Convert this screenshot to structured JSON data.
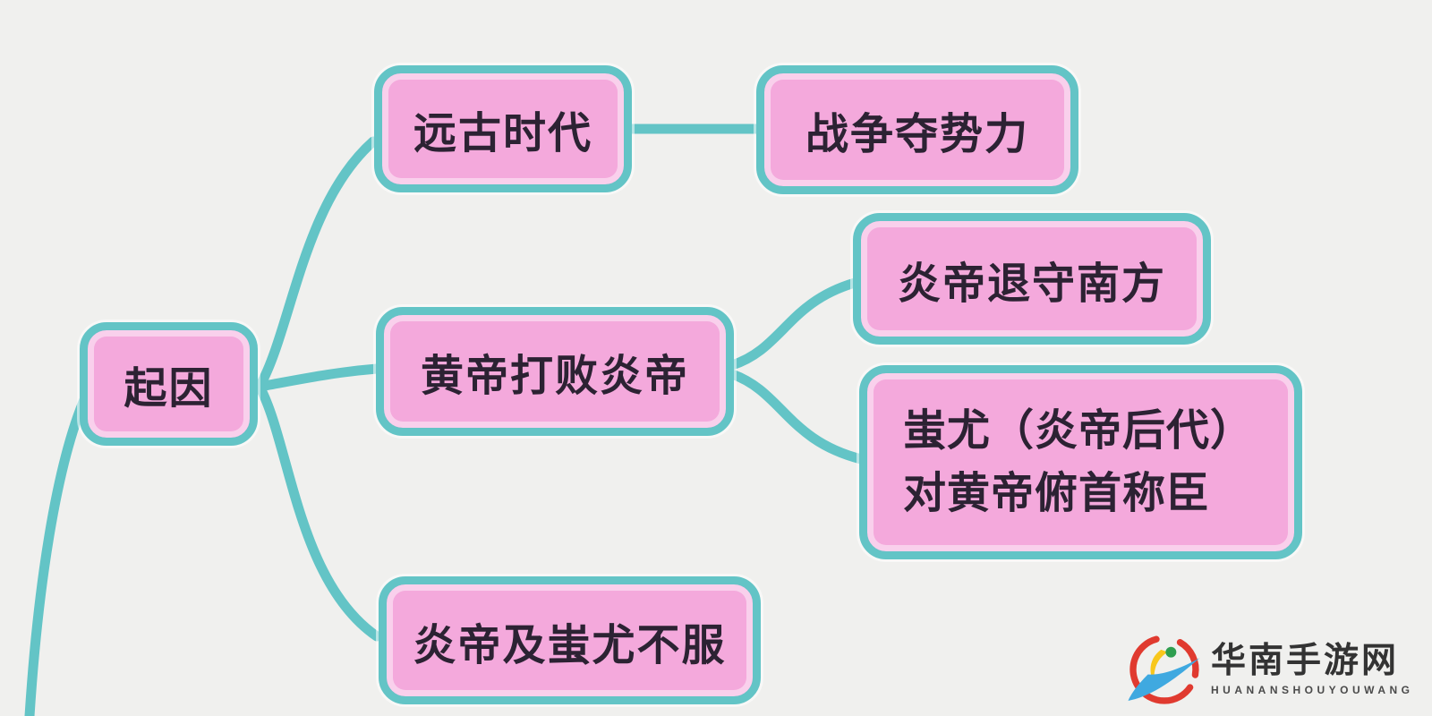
{
  "palette": {
    "background": "#f0f0ee",
    "branch_line": "#63c4c6",
    "node_fill": "#f4a9dc",
    "node_border": "#63c4c6",
    "node_text": "#2c2233",
    "watermark_red": "#e03a2f",
    "watermark_blue": "#3fa9e0",
    "watermark_yellow": "#f8c71c",
    "watermark_green": "#2e9e4f"
  },
  "mindmap": {
    "root": {
      "label": "起因"
    },
    "branches": [
      {
        "label": "远古时代",
        "children": [
          {
            "label": "战争夺势力"
          }
        ]
      },
      {
        "label": "黄帝打败炎帝",
        "children": [
          {
            "label": "炎帝退守南方"
          },
          {
            "label": "蚩尤（炎帝后代）对黄帝俯首称臣",
            "line1": "蚩尤（炎帝后代）",
            "line2": "对黄帝俯首称臣"
          }
        ]
      },
      {
        "label": "炎帝及蚩尤不服",
        "children": []
      }
    ]
  },
  "watermark": {
    "title": "华南手游网",
    "subtitle": "HUANANSHOUYOUWANG"
  }
}
